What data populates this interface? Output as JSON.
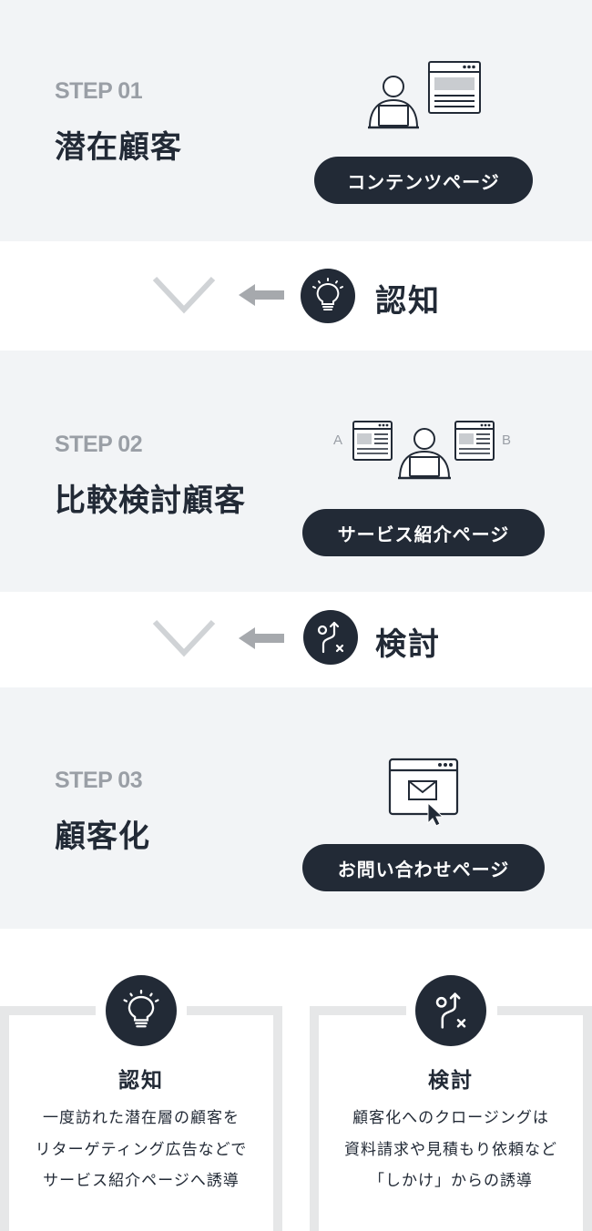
{
  "steps": [
    {
      "label": "STEP 01",
      "title": "潜在顧客",
      "button": "コンテンツページ"
    },
    {
      "label": "STEP 02",
      "title": "比較検討顧客",
      "button": "サービス紹介ページ",
      "page_a": "A",
      "page_b": "B"
    },
    {
      "label": "STEP 03",
      "title": "顧客化",
      "button": "お問い合わせページ"
    }
  ],
  "transitions": [
    {
      "label": "認知",
      "icon": "lightbulb-icon"
    },
    {
      "label": "検討",
      "icon": "branch-route-icon"
    }
  ],
  "cards": [
    {
      "title": "認知",
      "icon": "lightbulb-icon",
      "lines": [
        "一度訪れた潜在層の顧客を",
        "リターゲティング広告などで",
        "サービス紹介ページへ誘導"
      ]
    },
    {
      "title": "検討",
      "icon": "branch-route-icon",
      "lines": [
        "顧客化へのクロージングは",
        "資料請求や見積もり依頼など",
        "「しかけ」からの誘導"
      ]
    }
  ],
  "colors": {
    "dark": "#222a36",
    "panel": "#f2f4f6",
    "muted": "#9a9fa6",
    "chevron": "#d0d3d6",
    "card_border": "#e6e7e8"
  }
}
